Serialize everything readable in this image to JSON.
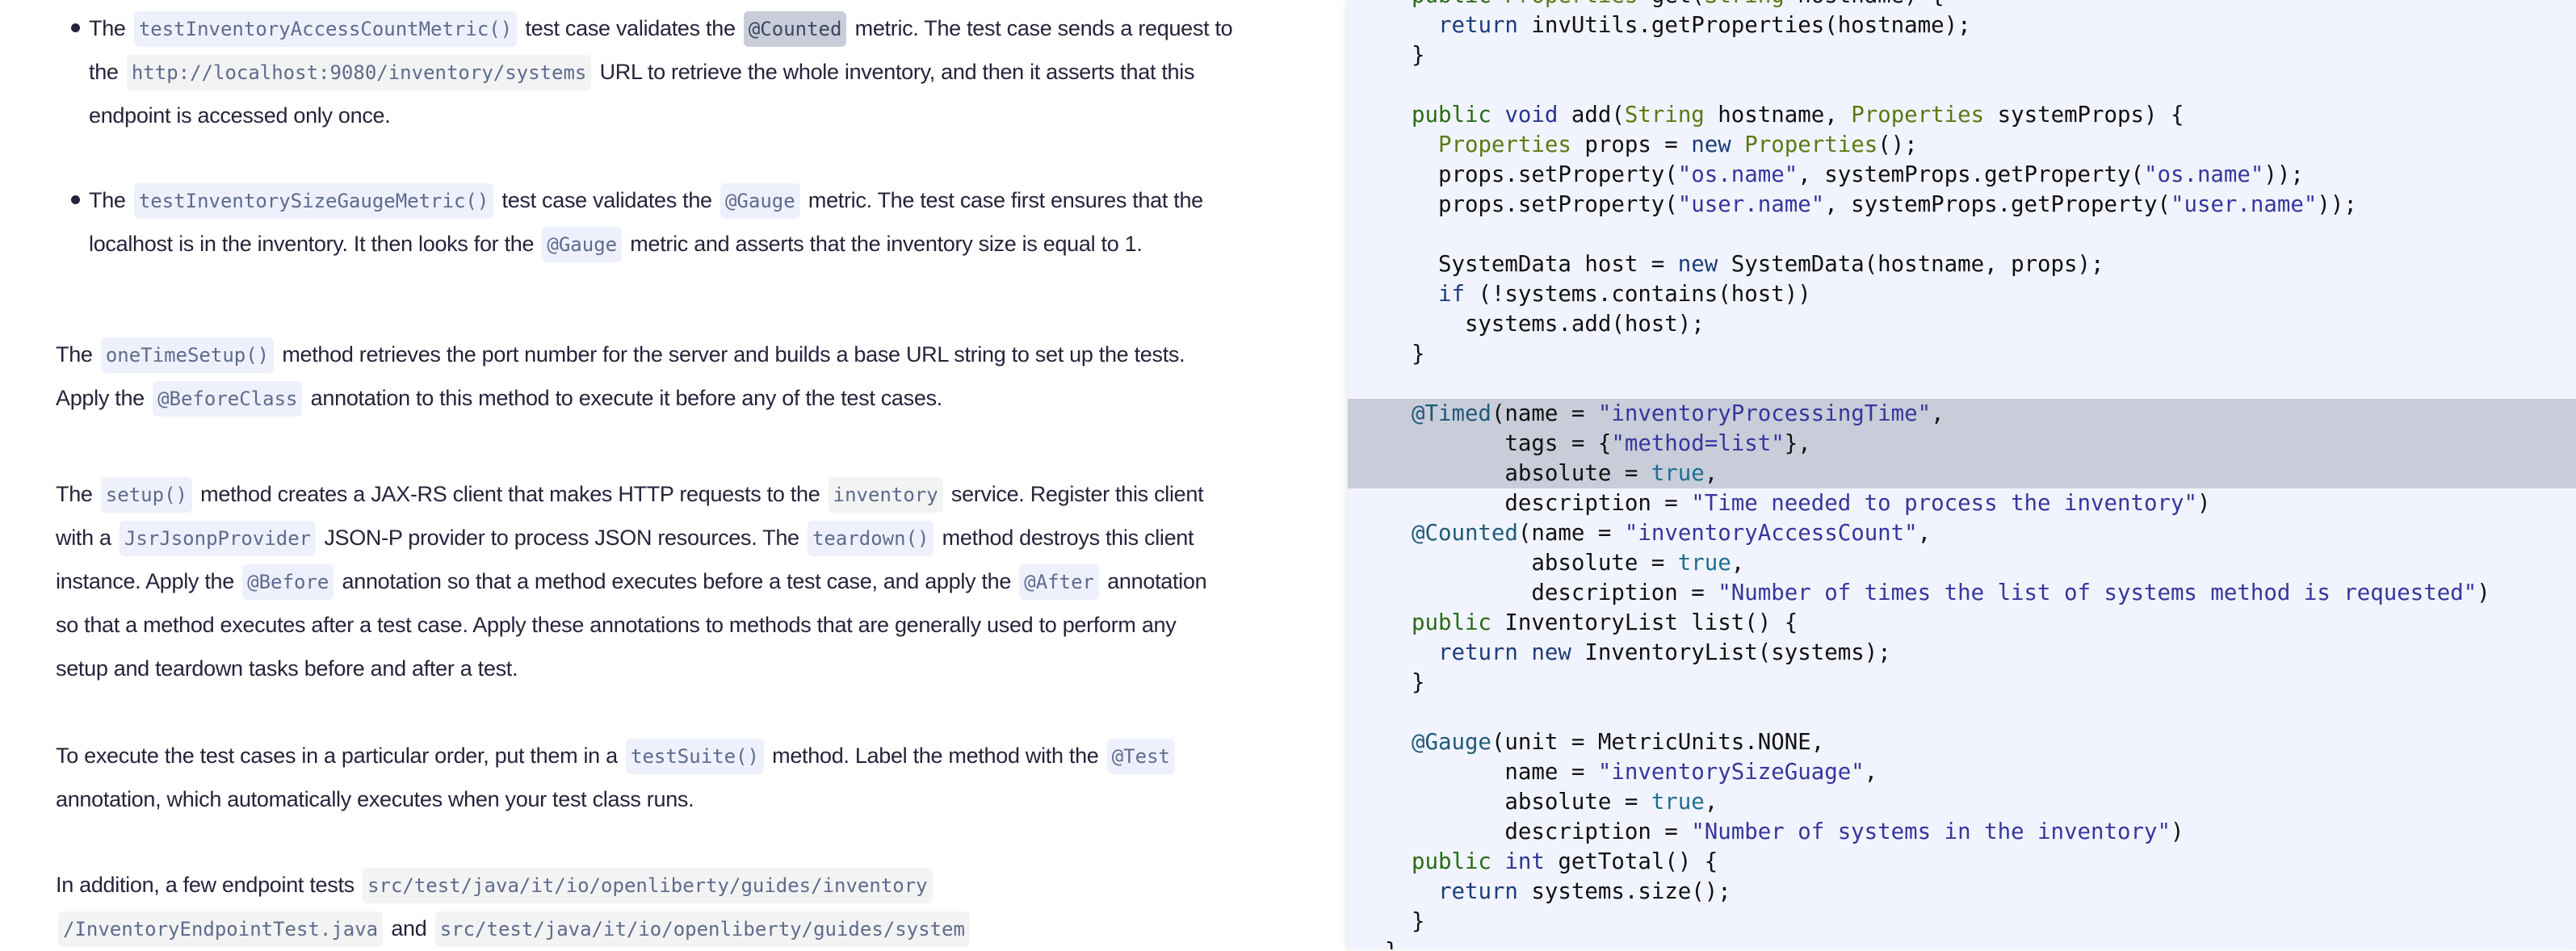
{
  "doc": {
    "blocks": [
      {
        "type": "bullet",
        "lines": [
          [
            {
              "t": "The "
            },
            {
              "t": "testInventoryAccessCountMetric()",
              "c": "code"
            },
            {
              "t": " test case validates the "
            },
            {
              "t": "@Counted",
              "c": "hl"
            },
            {
              "t": " metric. The test case sends a request to"
            }
          ],
          [
            {
              "t": "the "
            },
            {
              "t": "http://localhost:9080/inventory/systems",
              "c": "gray"
            },
            {
              "t": " URL to retrieve the whole inventory, and then it asserts that this"
            }
          ],
          [
            {
              "t": "endpoint is accessed only once."
            }
          ]
        ]
      },
      {
        "type": "bullet",
        "lines": [
          [
            {
              "t": "The "
            },
            {
              "t": "testInventorySizeGaugeMetric()",
              "c": "code"
            },
            {
              "t": " test case validates the "
            },
            {
              "t": "@Gauge",
              "c": "code"
            },
            {
              "t": " metric. The test case first ensures that the"
            }
          ],
          [
            {
              "t": "localhost is in the inventory. It then looks for the "
            },
            {
              "t": "@Gauge",
              "c": "code"
            },
            {
              "t": " metric and asserts that the inventory size is equal to 1."
            }
          ]
        ]
      },
      {
        "type": "para",
        "lines": [
          [
            {
              "t": "The "
            },
            {
              "t": "oneTimeSetup()",
              "c": "code"
            },
            {
              "t": " method retrieves the port number for the server and builds a base URL string to set up the tests."
            }
          ],
          [
            {
              "t": "Apply the "
            },
            {
              "t": "@BeforeClass",
              "c": "code"
            },
            {
              "t": " annotation to this method to execute it before any of the test cases."
            }
          ]
        ]
      },
      {
        "type": "para",
        "lines": [
          [
            {
              "t": "The "
            },
            {
              "t": "setup()",
              "c": "code"
            },
            {
              "t": " method creates a JAX-RS client that makes HTTP requests to the "
            },
            {
              "t": "inventory",
              "c": "gray"
            },
            {
              "t": " service. Register this client"
            }
          ],
          [
            {
              "t": "with a "
            },
            {
              "t": "JsrJsonpProvider",
              "c": "code"
            },
            {
              "t": " JSON-P provider to process JSON resources. The "
            },
            {
              "t": "teardown()",
              "c": "code"
            },
            {
              "t": " method destroys this client"
            }
          ],
          [
            {
              "t": "instance. Apply the "
            },
            {
              "t": "@Before",
              "c": "code"
            },
            {
              "t": " annotation so that a method executes before a test case, and apply the "
            },
            {
              "t": "@After",
              "c": "code"
            },
            {
              "t": " annotation"
            }
          ],
          [
            {
              "t": "so that a method executes after a test case. Apply these annotations to methods that are generally used to perform any"
            }
          ],
          [
            {
              "t": "setup and teardown tasks before and after a test."
            }
          ]
        ]
      },
      {
        "type": "para",
        "lines": [
          [
            {
              "t": "To execute the test cases in a particular order, put them in a "
            },
            {
              "t": "testSuite()",
              "c": "code"
            },
            {
              "t": " method. Label the method with the "
            },
            {
              "t": "@Test",
              "c": "code"
            }
          ],
          [
            {
              "t": "annotation, which automatically executes when your test class runs."
            }
          ]
        ]
      },
      {
        "type": "para",
        "lines": [
          [
            {
              "t": "In addition, a few endpoint tests "
            },
            {
              "t": "src/test/java/it/io/openliberty/guides/inventory",
              "c": "gray"
            }
          ],
          [
            {
              "t": "/InventoryEndpointTest.java",
              "c": "gray"
            },
            {
              "t": " and "
            },
            {
              "t": "src/test/java/it/io/openliberty/guides/system",
              "c": "gray"
            }
          ]
        ]
      }
    ]
  },
  "code": {
    "highlighted_lines": [
      14,
      15,
      16
    ],
    "lines": [
      [
        [
          "  "
        ],
        [
          "public",
          "kw"
        ],
        [
          " "
        ],
        [
          "Properties",
          "type"
        ],
        [
          " get("
        ],
        [
          "String",
          "type"
        ],
        [
          " hostname) {"
        ]
      ],
      [
        [
          "    "
        ],
        [
          "return",
          "ret"
        ],
        [
          " invUtils.getProperties(hostname);"
        ]
      ],
      [
        [
          "  }"
        ]
      ],
      [
        [
          ""
        ]
      ],
      [
        [
          "  "
        ],
        [
          "public",
          "kw"
        ],
        [
          " "
        ],
        [
          "void",
          "kw2"
        ],
        [
          " add("
        ],
        [
          "String",
          "type"
        ],
        [
          " hostname, "
        ],
        [
          "Properties",
          "type"
        ],
        [
          " systemProps) {"
        ]
      ],
      [
        [
          "    "
        ],
        [
          "Properties",
          "type"
        ],
        [
          " props = "
        ],
        [
          "new",
          "ret"
        ],
        [
          " "
        ],
        [
          "Properties",
          "type"
        ],
        [
          "();"
        ]
      ],
      [
        [
          "    props.setProperty("
        ],
        [
          "\"os.name\"",
          "str"
        ],
        [
          ", systemProps.getProperty("
        ],
        [
          "\"os.name\"",
          "str"
        ],
        [
          "));"
        ]
      ],
      [
        [
          "    props.setProperty("
        ],
        [
          "\"user.name\"",
          "str"
        ],
        [
          ", systemProps.getProperty("
        ],
        [
          "\"user.name\"",
          "str"
        ],
        [
          "));"
        ]
      ],
      [
        [
          ""
        ]
      ],
      [
        [
          "    SystemData host = "
        ],
        [
          "new",
          "ret"
        ],
        [
          " SystemData(hostname, props);"
        ]
      ],
      [
        [
          "    "
        ],
        [
          "if",
          "ret"
        ],
        [
          " (!systems.contains(host))"
        ]
      ],
      [
        [
          "      systems.add(host);"
        ]
      ],
      [
        [
          "  }"
        ]
      ],
      [
        [
          ""
        ]
      ],
      [
        [
          "  "
        ],
        [
          "@Timed",
          "ann"
        ],
        [
          "(name = "
        ],
        [
          "\"inventoryProcessingTime\"",
          "str"
        ],
        [
          ","
        ]
      ],
      [
        [
          "         tags = {"
        ],
        [
          "\"method=list\"",
          "str"
        ],
        [
          "},"
        ]
      ],
      [
        [
          "         absolute = "
        ],
        [
          "true",
          "bool"
        ],
        [
          ","
        ]
      ],
      [
        [
          "         description = "
        ],
        [
          "\"Time needed to process the inventory\"",
          "str"
        ],
        [
          ")"
        ]
      ],
      [
        [
          "  "
        ],
        [
          "@Counted",
          "ann"
        ],
        [
          "(name = "
        ],
        [
          "\"inventoryAccessCount\"",
          "str"
        ],
        [
          ","
        ]
      ],
      [
        [
          "           absolute = "
        ],
        [
          "true",
          "bool"
        ],
        [
          ","
        ]
      ],
      [
        [
          "           description = "
        ],
        [
          "\"Number of times the list of systems method is requested\"",
          "str"
        ],
        [
          ")"
        ]
      ],
      [
        [
          "  "
        ],
        [
          "public",
          "kw"
        ],
        [
          " InventoryList list() {"
        ]
      ],
      [
        [
          "    "
        ],
        [
          "return",
          "ret"
        ],
        [
          " "
        ],
        [
          "new",
          "ret"
        ],
        [
          " InventoryList(systems);"
        ]
      ],
      [
        [
          "  }"
        ]
      ],
      [
        [
          ""
        ]
      ],
      [
        [
          "  "
        ],
        [
          "@Gauge",
          "ann"
        ],
        [
          "(unit = MetricUnits.NONE,"
        ]
      ],
      [
        [
          "         name = "
        ],
        [
          "\"inventorySizeGuage\"",
          "str"
        ],
        [
          ","
        ]
      ],
      [
        [
          "         absolute = "
        ],
        [
          "true",
          "bool"
        ],
        [
          ","
        ]
      ],
      [
        [
          "         description = "
        ],
        [
          "\"Number of systems in the inventory\"",
          "str"
        ],
        [
          ")"
        ]
      ],
      [
        [
          "  "
        ],
        [
          "public",
          "kw"
        ],
        [
          " "
        ],
        [
          "int",
          "kw2"
        ],
        [
          " getTotal() {"
        ]
      ],
      [
        [
          "    "
        ],
        [
          "return",
          "ret"
        ],
        [
          " systems.size();"
        ]
      ],
      [
        [
          "  }"
        ]
      ],
      [
        [
          "}"
        ]
      ]
    ]
  }
}
